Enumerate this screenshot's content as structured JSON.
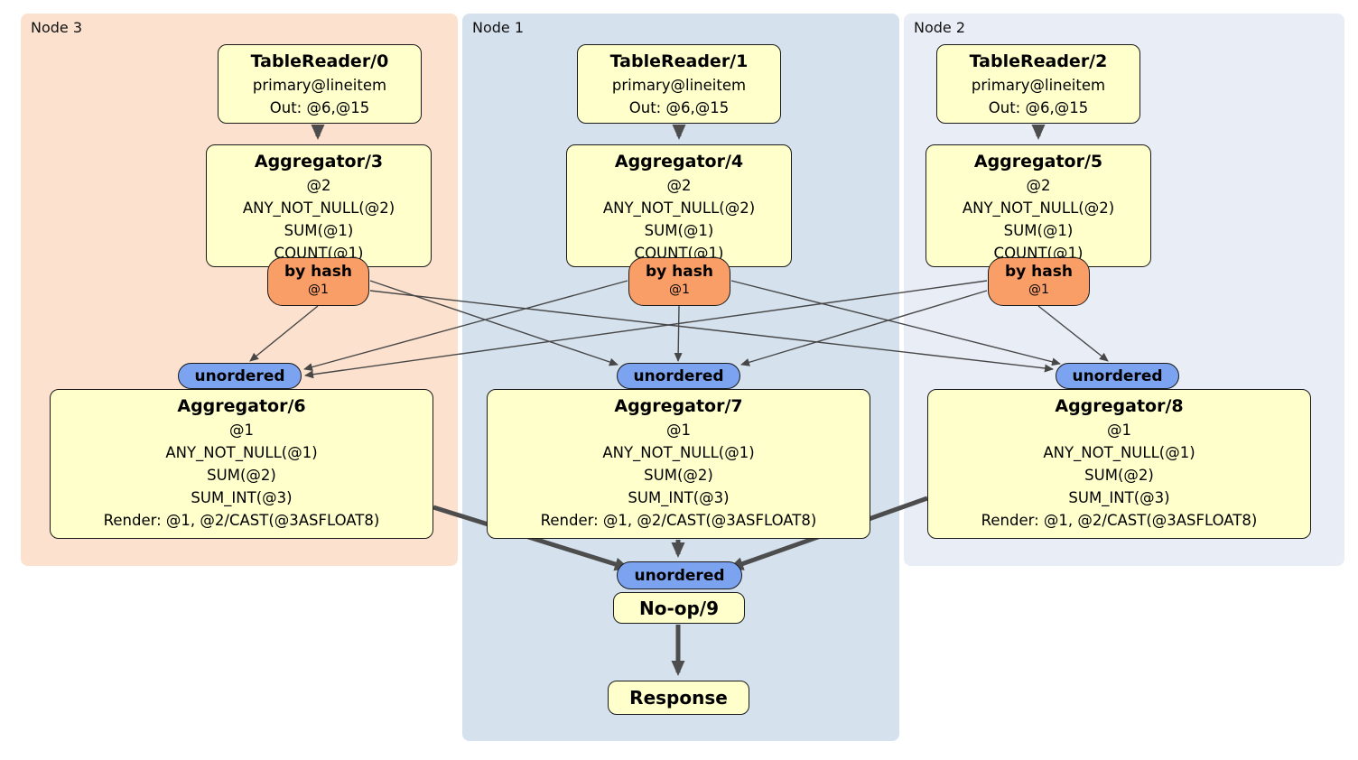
{
  "diagram": {
    "panels": [
      {
        "label": "Node 3"
      },
      {
        "label": "Node 1"
      },
      {
        "label": "Node 2"
      }
    ],
    "processors": {
      "tablereader0": {
        "title": "TableReader/0",
        "lines": [
          "primary@lineitem",
          "Out: @6,@15"
        ]
      },
      "tablereader1": {
        "title": "TableReader/1",
        "lines": [
          "primary@lineitem",
          "Out: @6,@15"
        ]
      },
      "tablereader2": {
        "title": "TableReader/2",
        "lines": [
          "primary@lineitem",
          "Out: @6,@15"
        ]
      },
      "aggregator3": {
        "title": "Aggregator/3",
        "lines": [
          "@2",
          "ANY_NOT_NULL(@2)",
          "SUM(@1)",
          "COUNT(@1)"
        ]
      },
      "aggregator4": {
        "title": "Aggregator/4",
        "lines": [
          "@2",
          "ANY_NOT_NULL(@2)",
          "SUM(@1)",
          "COUNT(@1)"
        ]
      },
      "aggregator5": {
        "title": "Aggregator/5",
        "lines": [
          "@2",
          "ANY_NOT_NULL(@2)",
          "SUM(@1)",
          "COUNT(@1)"
        ]
      },
      "aggregator6": {
        "title": "Aggregator/6",
        "lines": [
          "@1",
          "ANY_NOT_NULL(@1)",
          "SUM(@2)",
          "SUM_INT(@3)",
          "Render: @1, @2/CAST(@3ASFLOAT8)"
        ]
      },
      "aggregator7": {
        "title": "Aggregator/7",
        "lines": [
          "@1",
          "ANY_NOT_NULL(@1)",
          "SUM(@2)",
          "SUM_INT(@3)",
          "Render: @1, @2/CAST(@3ASFLOAT8)"
        ]
      },
      "aggregator8": {
        "title": "Aggregator/8",
        "lines": [
          "@1",
          "ANY_NOT_NULL(@1)",
          "SUM(@2)",
          "SUM_INT(@3)",
          "Render: @1, @2/CAST(@3ASFLOAT8)"
        ]
      },
      "noop9": {
        "title": "No-op/9"
      },
      "response": {
        "title": "Response"
      }
    },
    "router": {
      "label": "by hash",
      "detail": "@1"
    },
    "sync": {
      "label": "unordered"
    },
    "colors": {
      "panel_node3": "#fce1ce",
      "panel_node1": "#d5e1ed",
      "panel_node2": "#e9edf6",
      "processor_fill": "#ffffcc",
      "router_fill": "#f89e66",
      "sync_fill": "#7ba3f0",
      "edge_thin": "#474747",
      "edge_thick": "#4d4d4d"
    }
  }
}
